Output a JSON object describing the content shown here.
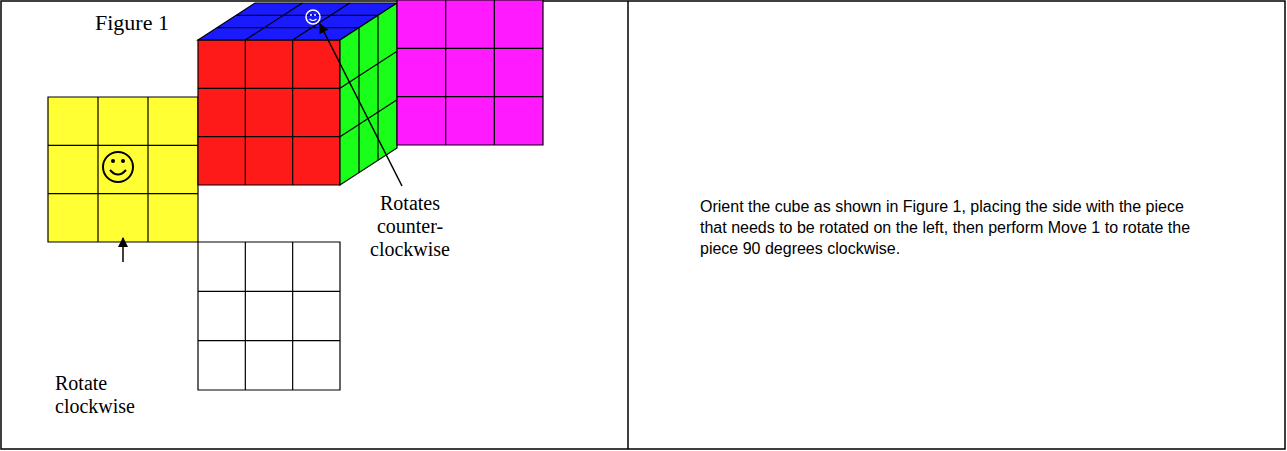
{
  "diagram": {
    "labels": [
      "Figure 1",
      "Rotate clockwise",
      "Rotates counter-clockwise",
      "Orient the cube as shown in Figure 1, placing the side with the piece that needs to be rotated on the left, then perform Move 1 to rotate the piece 90 degrees clockwise."
    ]
  }
}
